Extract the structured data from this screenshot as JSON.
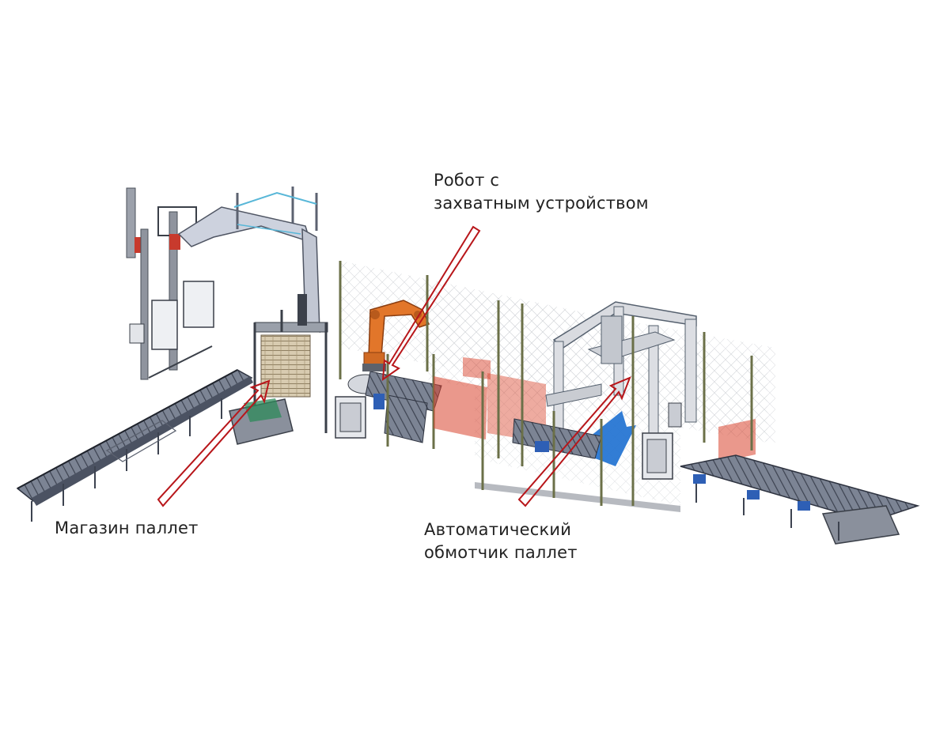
{
  "labels": {
    "robot": [
      "Робот с",
      "захватным устройством"
    ],
    "magazine": [
      "Магазин паллет"
    ],
    "wrapper": [
      "Автоматический",
      "обмотчик паллет"
    ]
  },
  "colors": {
    "callout_arrow": "#b8161a",
    "robot_arm": "#e2762a",
    "safety_zone": "#d9442d",
    "blue_arrow": "#1c6fd0",
    "frame": "#5a5f66",
    "frame_light": "#b9bcc2",
    "post": "#6b7048",
    "duct": "#c7ccd8",
    "conveyor": "#6d7584"
  },
  "icons": {
    "callout": "hollow-arrow-icon",
    "flow": "blue-flow-arrow-icon"
  }
}
